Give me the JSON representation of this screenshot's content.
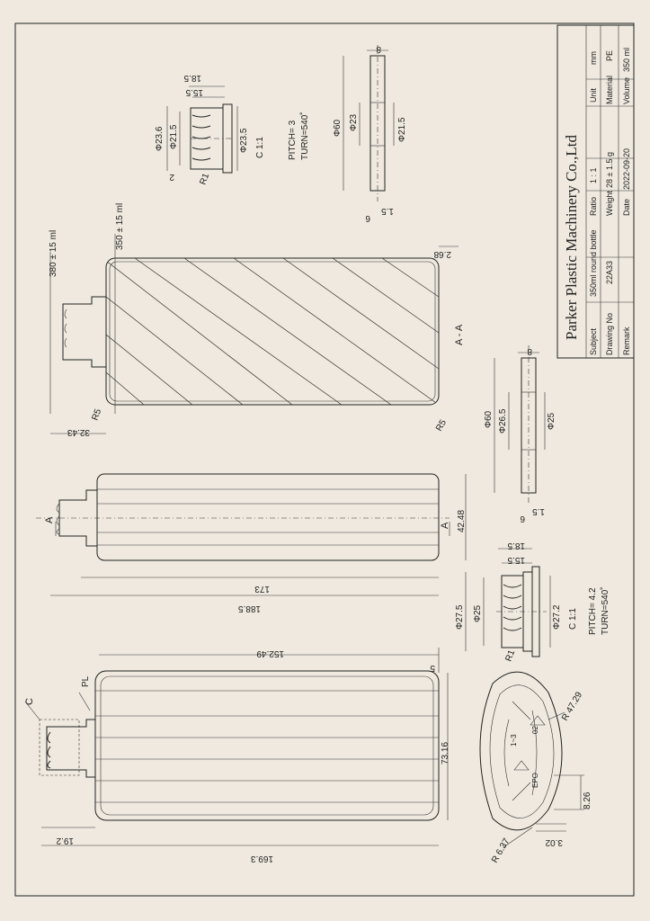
{
  "title_block": {
    "company": "Parker Plastic Machinery Co.,Ltd",
    "subject_label": "Subject",
    "subject_value": "350ml round bottle",
    "drawing_no_label": "Drawing No",
    "drawing_no_value": "22A33",
    "remark_label": "Remark",
    "ratio_label": "Ratio",
    "ratio_value": "1 : 1",
    "weight_label": "Weight",
    "weight_value": "28 ± 1.5 g",
    "date_label": "Date",
    "date_value": "2022-09-20",
    "unit_label": "Unit",
    "unit_value": "mm",
    "material_label": "Material",
    "material_value": "PE",
    "volume_label": "Volume",
    "volume_value": "350 ml"
  },
  "section": {
    "label": "A - A",
    "cap_380": "380 ± 15 ml",
    "cap_350": "350 ± 15 ml",
    "r5_a": "R5",
    "r5_b": "R5",
    "dim_32_43": "32.43",
    "dim_2_68": "2.68"
  },
  "side_view": {
    "a_top": "A",
    "a_bottom": "A",
    "dim_42_48": "42.48",
    "dim_173": "173",
    "dim_188_5": "188.5"
  },
  "front_view": {
    "c_label": "C",
    "pl_label": "PL",
    "dim_152_49": "152.49",
    "dim_5": "5",
    "dim_73_16": "73.16",
    "dim_19_2": "19.2",
    "dim_169_3": "169.3"
  },
  "neck_small": {
    "d23_6": "Φ23.6",
    "d21_5": "Φ21.5",
    "d23_5": "Φ23.5",
    "h18_5": "18.5",
    "h15_5": "15.5",
    "h2": "2",
    "r1": "R1",
    "scale": "C 1:1",
    "pitch": "PITCH= 3",
    "turn": "TURN=540˚"
  },
  "neck_large": {
    "d27_5": "Φ27.5",
    "d25": "Φ25",
    "d27_2": "Φ27.2",
    "h18_5": "18.5",
    "h15_5": "15.5",
    "r1": "R1",
    "scale": "C 1:1",
    "pitch": "PITCH= 4.2",
    "turn": "TURN=540˚"
  },
  "cap_small": {
    "d60": "Φ60",
    "d23": "Φ23",
    "d21_5": "Φ21.5",
    "w8": "8",
    "w6": "6",
    "w1_5": "1.5"
  },
  "cap_large": {
    "d60": "Φ60",
    "d26_5": "Φ26.5",
    "d25": "Φ25",
    "w8": "8",
    "w6": "6",
    "w1_5": "1.5"
  },
  "bottom_view": {
    "r47_29": "R 47.29",
    "r6_37": "R 6.37",
    "d8_26": "8.26",
    "d3_02": "3.02",
    "mark_1_3": "1~3",
    "mark_02": "02",
    "mark_epo": "EPO"
  }
}
